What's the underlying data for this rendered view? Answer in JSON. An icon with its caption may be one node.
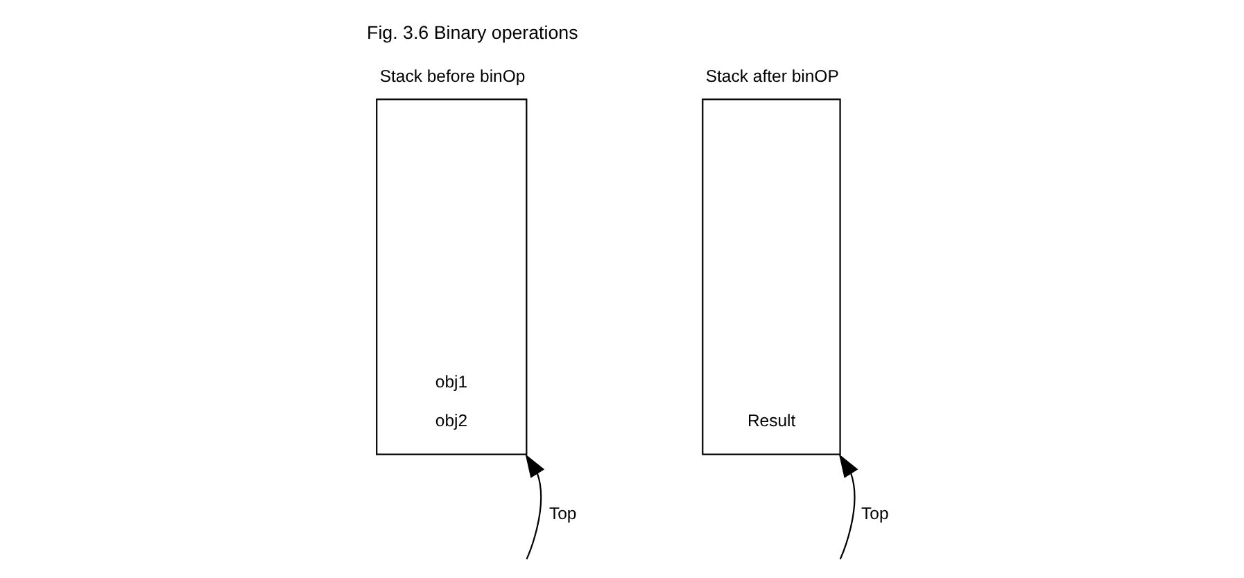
{
  "diagram": {
    "caption": "Fig. 3.6 Binary operations",
    "nodes": [
      {
        "text": [
          "Stack before binOp",
          "obj1",
          "obj2"
        ]
      },
      {
        "text": [
          "Stack after binOP",
          "Result"
        ]
      }
    ],
    "edges": [
      {
        "from": null,
        "to": 0,
        "arrow": "to",
        "label": "Top"
      },
      {
        "from": null,
        "to": 1,
        "arrow": "to",
        "label": "Top"
      }
    ]
  }
}
